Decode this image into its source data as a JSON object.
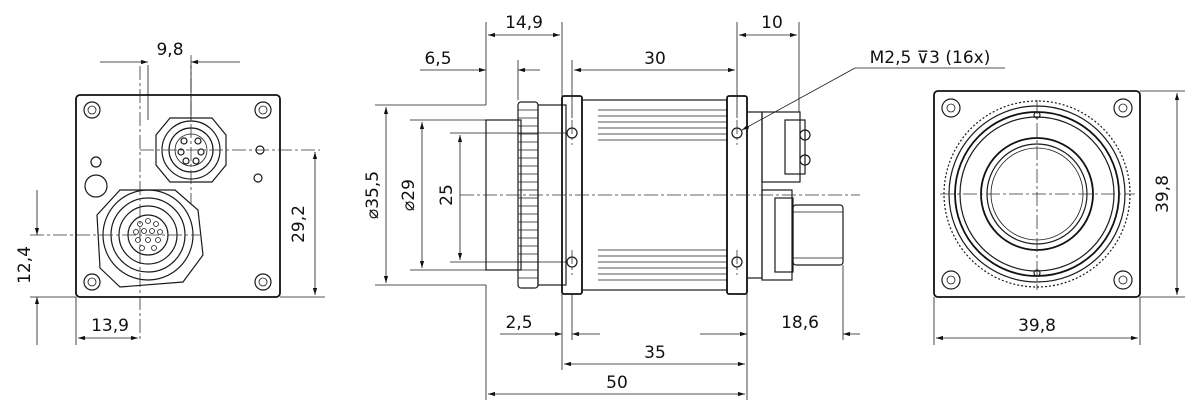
{
  "dimensions": {
    "left_top": "9,8",
    "left_right": "29,2",
    "left_left": "12,4",
    "left_bottom": "13,9",
    "mid_top_a": "14,9",
    "mid_top_b": "6,5",
    "mid_top_c": "30",
    "mid_top_d": "10",
    "mid_thread": "M2,5 ⊽3 (16x)",
    "mid_d1": "⌀35,5",
    "mid_d2": "⌀29",
    "mid_h": "25",
    "mid_bot_a": "2,5",
    "mid_bot_b": "18,6",
    "mid_bot_c": "35",
    "mid_bot_d": "50",
    "right_h": "39,8",
    "right_w": "39,8"
  }
}
